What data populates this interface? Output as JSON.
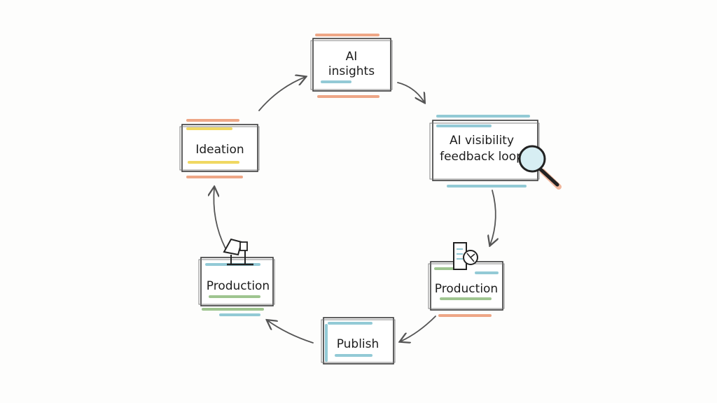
{
  "diagram": {
    "type": "cycle",
    "nodes": [
      {
        "id": "ai-insights",
        "lines": [
          "AI",
          "insights"
        ]
      },
      {
        "id": "ai-visibility",
        "lines": [
          "AI visibility",
          "feedback loop"
        ],
        "icon": "magnifying-glass-icon"
      },
      {
        "id": "production-right",
        "lines": [
          "Production"
        ],
        "icon": "document-clock-icon"
      },
      {
        "id": "publish",
        "lines": [
          "Publish"
        ]
      },
      {
        "id": "production-left",
        "lines": [
          "Production"
        ],
        "icon": "camera-tripod-icon"
      },
      {
        "id": "ideation",
        "lines": [
          "Ideation"
        ]
      }
    ],
    "edges": [
      [
        "ideation",
        "ai-insights"
      ],
      [
        "ai-insights",
        "ai-visibility"
      ],
      [
        "ai-visibility",
        "production-right"
      ],
      [
        "production-right",
        "publish"
      ],
      [
        "publish",
        "production-left"
      ],
      [
        "production-left",
        "ideation"
      ]
    ],
    "colors": {
      "orange": "#e98a5f",
      "green": "#7fb26b",
      "teal": "#6fb9c9",
      "yellow": "#eccb2e",
      "ink": "#2a2a2a"
    }
  }
}
